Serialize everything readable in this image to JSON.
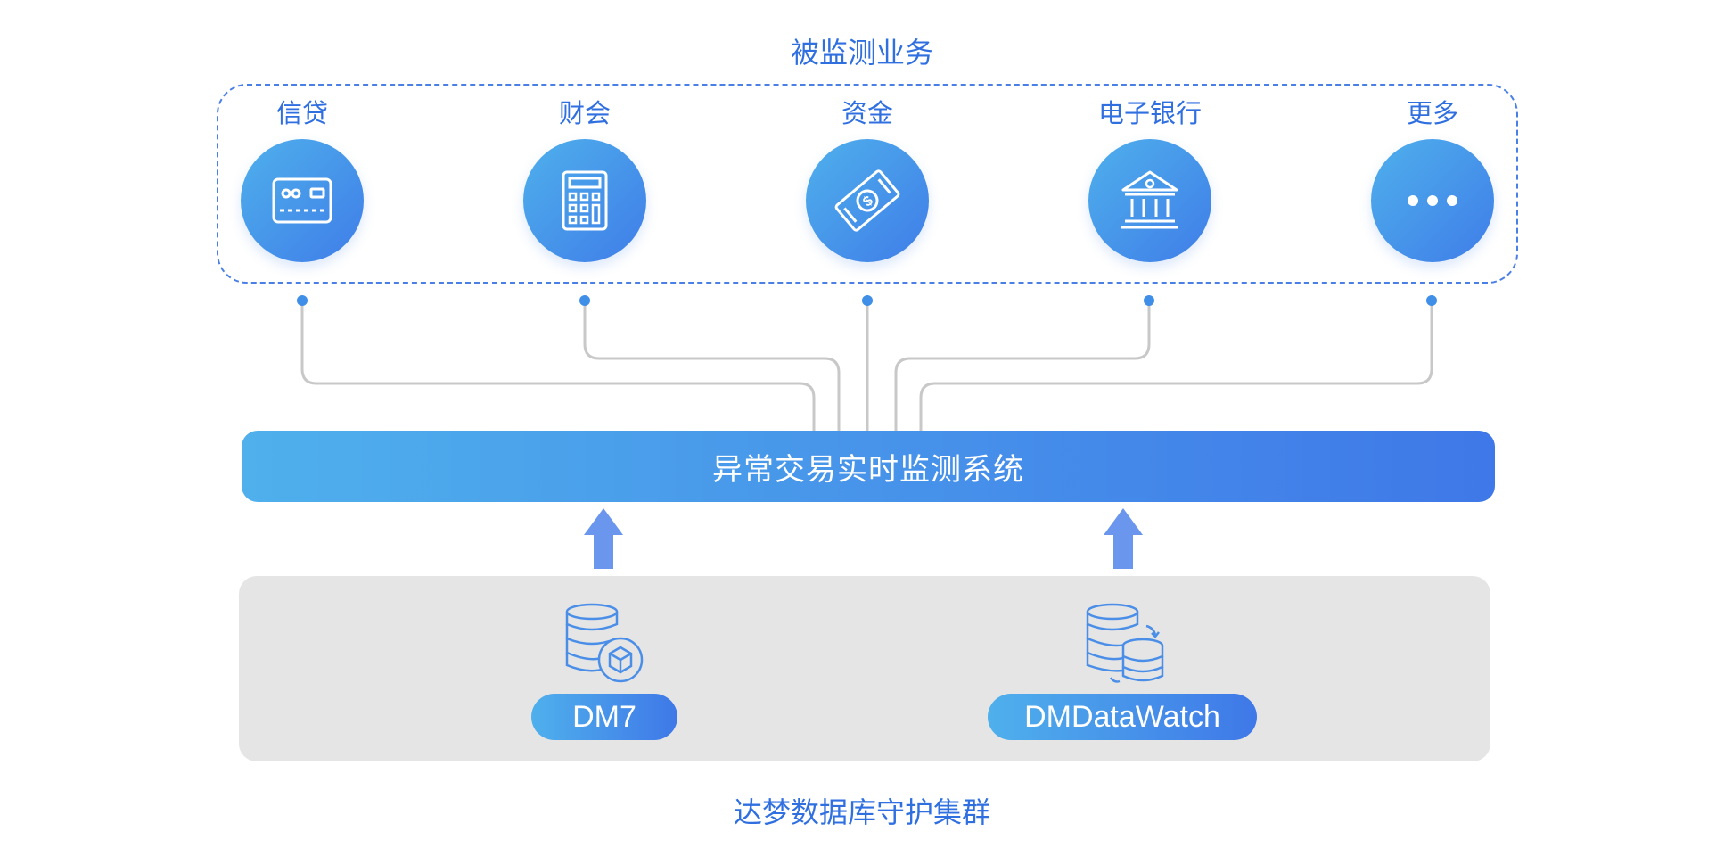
{
  "monitored_business": {
    "title": "被监测业务",
    "items": [
      {
        "label": "信贷",
        "icon": "credit-card-icon"
      },
      {
        "label": "财会",
        "icon": "calculator-icon"
      },
      {
        "label": "资金",
        "icon": "money-bill-icon"
      },
      {
        "label": "电子银行",
        "icon": "bank-icon"
      },
      {
        "label": "更多",
        "icon": "more-dots-icon"
      }
    ]
  },
  "system": {
    "label": "异常交易实时监测系统"
  },
  "cluster": {
    "title": "达梦数据库守护集群",
    "products": [
      {
        "label": "DM7",
        "icon": "database-cube-icon"
      },
      {
        "label": "DMDataWatch",
        "icon": "database-sync-icon"
      }
    ]
  },
  "colors": {
    "accent": "#2f6fe0",
    "gradient_start": "#4fb0ec",
    "gradient_end": "#3f78e8",
    "connector": "#c8c8c8",
    "cluster_bg": "#e5e5e5"
  }
}
